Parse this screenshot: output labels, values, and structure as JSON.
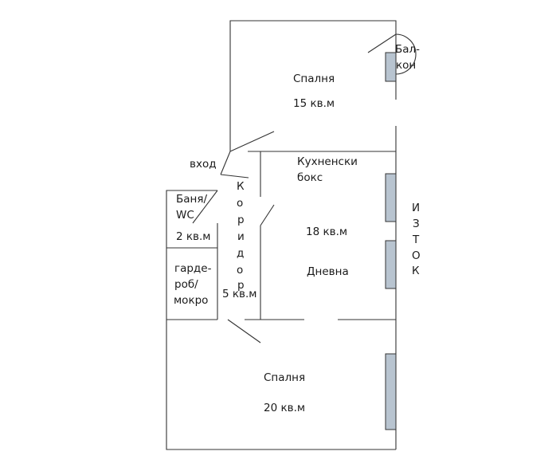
{
  "rooms": {
    "bedroom_top": {
      "name": "Спалня",
      "area": "15 кв.м"
    },
    "balcony": {
      "line1": "Бал-",
      "line2": "кон"
    },
    "entrance": "вход",
    "kitchen": {
      "line1": "Кухненски",
      "line2": "бокс"
    },
    "bath": {
      "line1": "Баня/",
      "line2": "WC",
      "area": "2 кв.м"
    },
    "corridor": {
      "letters": [
        "К",
        "о",
        "р",
        "и",
        "д",
        "о",
        "р"
      ],
      "area": "5 кв.м"
    },
    "living": {
      "area": "18 кв.м",
      "name": "Дневна"
    },
    "wardrobe": {
      "line1": "гарде-",
      "line2": "роб/",
      "line3": "мокро"
    },
    "bedroom_bottom": {
      "name": "Спалня",
      "area": "20 кв.м"
    }
  },
  "orientation": {
    "letters": [
      "И",
      "З",
      "Т",
      "О",
      "К"
    ]
  },
  "colors": {
    "wall": "#333333",
    "window": "#b8c4d0",
    "text": "#1a1a1a"
  }
}
